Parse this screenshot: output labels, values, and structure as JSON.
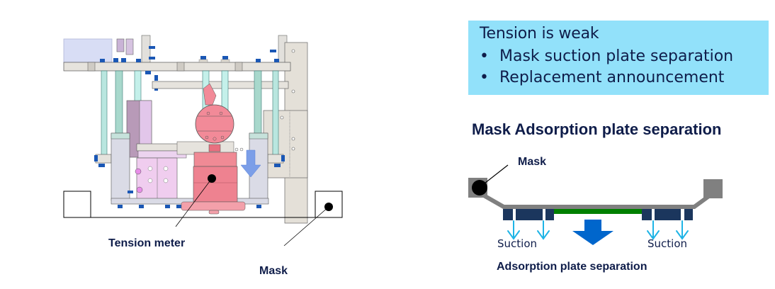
{
  "left_figure": {
    "labels": {
      "tension_meter": "Tension meter",
      "mask": "Mask"
    }
  },
  "callout": {
    "title": "Tension is weak",
    "bullet_glyph": "•",
    "bullets": [
      "Mask suction plate separation",
      "Replacement announcement"
    ],
    "background_color": "#92e1fa"
  },
  "right_figure": {
    "title": "Mask Adsorption plate separation",
    "labels": {
      "mask": "Mask",
      "suction_left": "Suction",
      "suction_right": "Suction",
      "caption": "Adsorption plate separation"
    },
    "colors": {
      "mask_frame": "#808080",
      "suction_pads": "#1b365d",
      "adsorption_plate": "#008000",
      "suction_arrows": "#1eb4e6",
      "separation_arrow": "#0066cc"
    }
  }
}
